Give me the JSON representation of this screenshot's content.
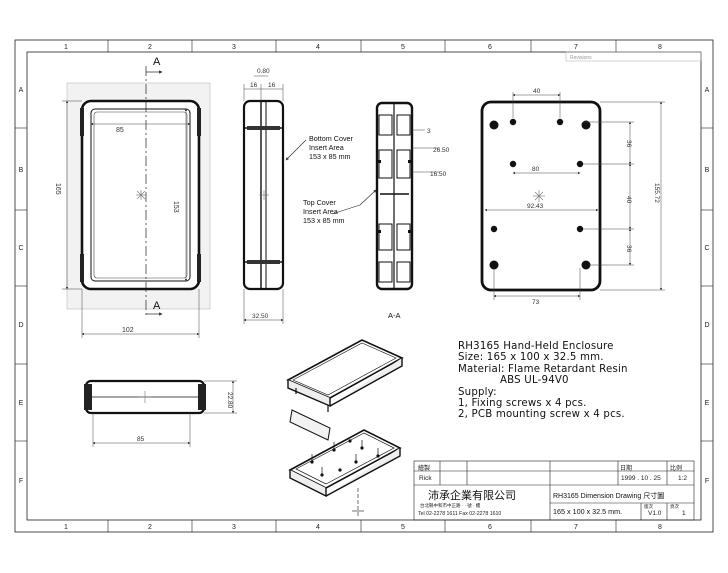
{
  "frame": {
    "columns": [
      "1",
      "2",
      "3",
      "4",
      "5",
      "6",
      "7",
      "8"
    ],
    "rows": [
      "A",
      "B",
      "C",
      "D",
      "E",
      "F"
    ],
    "top_right_tab": "Revisions"
  },
  "section": {
    "marker": "A",
    "view_label": "A-A"
  },
  "dimensions": {
    "front": {
      "width_85": "85",
      "height_165": "165",
      "height_153": "153",
      "width_102": "102"
    },
    "side": {
      "top_0_80": "0.80",
      "left_16": "16",
      "right_16": "16",
      "bottom_32_50": "32.50"
    },
    "section": {
      "d3": "3",
      "d26_50": "26.50",
      "d16_50": "16.50"
    },
    "back": {
      "d40": "40",
      "d36a": "36",
      "d80": "80",
      "d40v": "40",
      "d92_43": "92.43",
      "d36b": "36",
      "d155_72": "155.72",
      "d73": "73"
    },
    "endview": {
      "d22_80": "22.80",
      "d85": "85"
    }
  },
  "callouts": {
    "bottom_cover": [
      "Bottom Cover",
      "Insert Area",
      "153 x 85 mm"
    ],
    "top_cover": [
      "Top Cover",
      "Insert Area",
      "153 x 85 mm"
    ]
  },
  "notes": {
    "title": "RH3165  Hand-Held Enclosure",
    "size": "Size: 165 x 100 x 32.5 mm.",
    "material": "Material: Flame Retardant Resin",
    "material2": "ABS UL-94V0",
    "supply": "Supply:",
    "item1": "1, Fixing screws x 4 pcs.",
    "item2": "2, PCB mounting screw x 4 pcs."
  },
  "title_block": {
    "drawn_label": "繪製",
    "drawn_name": "Rick",
    "date_label": "日期",
    "date": "1999 . 10 . 25",
    "scale_label": "比例",
    "scale": "1:2",
    "company": "沛承企業有限公司",
    "address": "台北縣中和市中正路 · · 號 · 樓",
    "phone": "Tel 02-2278 1611   Fax 02-2278 1610",
    "drawing_title": "RH3165 Dimension Drawing 尺寸圖",
    "drawing_size": "165 x 100 x 32.5 mm.",
    "version_label": "版次",
    "version": "V1.0",
    "sheet_label": "頁次",
    "sheet": "1"
  }
}
